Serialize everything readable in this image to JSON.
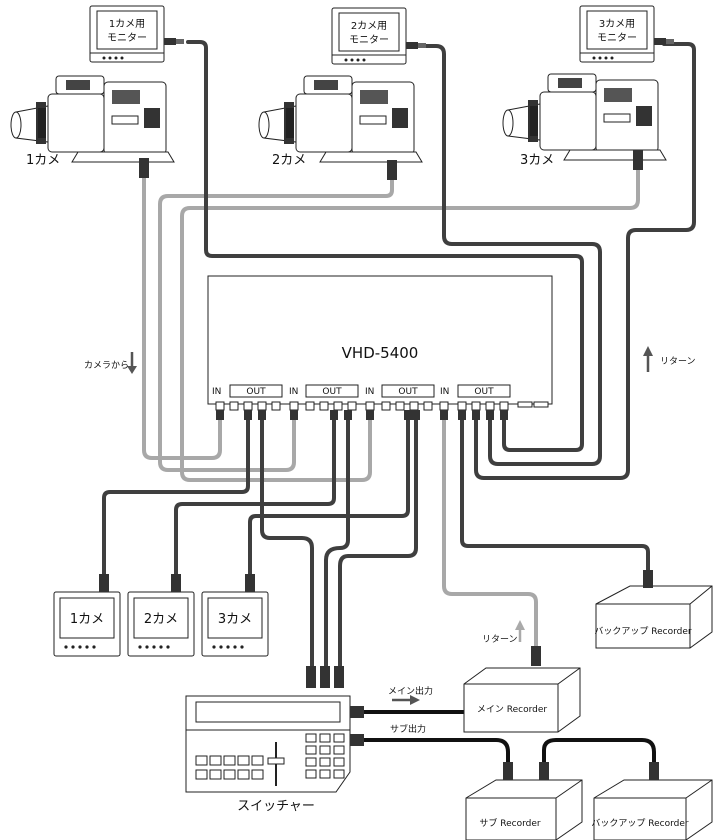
{
  "monitors_top": [
    {
      "line1": "1カメ用",
      "line2": "モニター"
    },
    {
      "line1": "2カメ用",
      "line2": "モニター"
    },
    {
      "line1": "3カメ用",
      "line2": "モニター"
    }
  ],
  "cameras": [
    "1カメ",
    "2カメ",
    "3カメ"
  ],
  "device": {
    "name": "VHD-5400",
    "ports": {
      "in": "IN",
      "out": "OUT"
    }
  },
  "annotations": {
    "from_camera": "カメラから",
    "return_right": "リターン",
    "return_lower": "リターン",
    "main_out": "メイン出力",
    "sub_out": "サブ出力"
  },
  "bottom_monitors": [
    "1カメ",
    "2カメ",
    "3カメ"
  ],
  "recorders": {
    "backup_upper": "バックアップ Recorder",
    "main": "メイン Recorder",
    "sub": "サブ Recorder",
    "backup_lower": "バックアップ Recorder"
  },
  "switcher_label": "スイッチャー",
  "colors": {
    "dark_cable": "#3f3f3f",
    "light_cable": "#a8a8a8",
    "black_cable": "#111111"
  }
}
